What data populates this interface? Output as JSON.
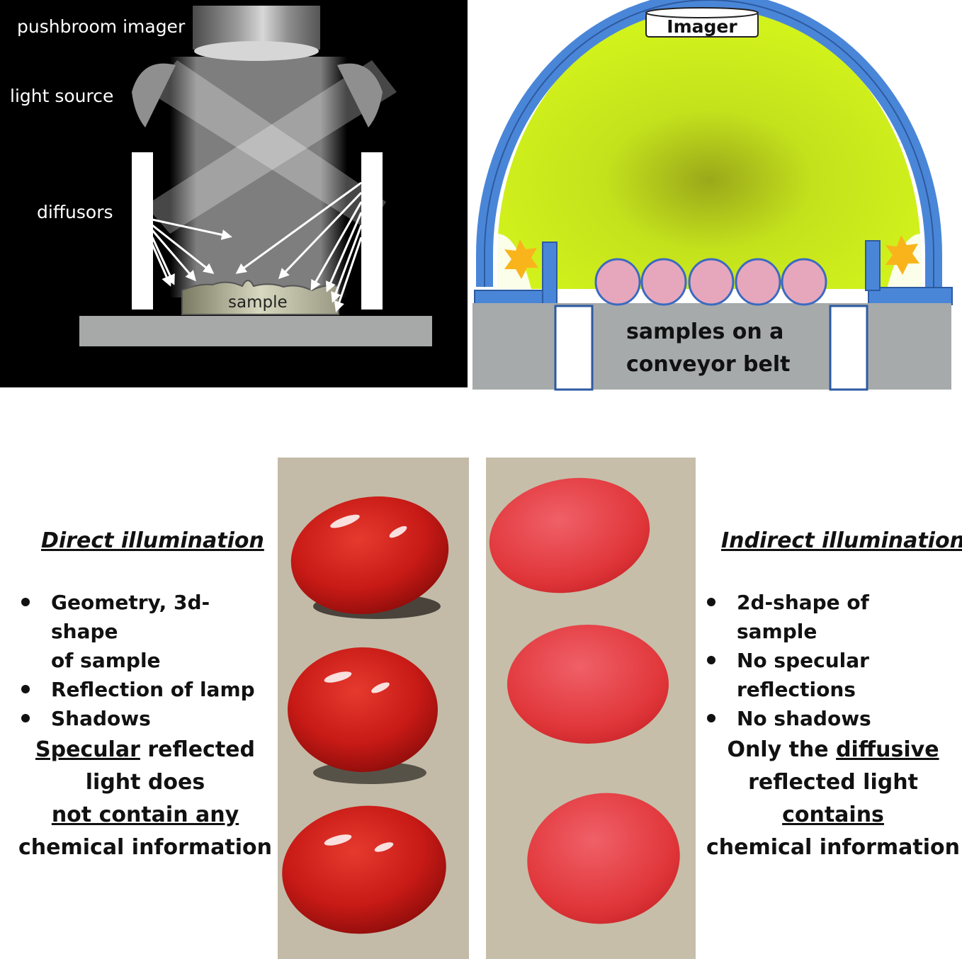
{
  "left_diagram": {
    "imager_label": "pushbroom imager",
    "light_label": "light source",
    "diffusor_label": "diffusors",
    "sample_label": "sample"
  },
  "right_diagram": {
    "imager_label": "Imager",
    "belt_line1": "samples on a",
    "belt_line2": "conveyor belt"
  },
  "direct": {
    "heading": "Direct illumination",
    "bullets": [
      "Geometry, 3d-shape",
      "of sample",
      "Reflection of lamp",
      "Shadows"
    ],
    "para": {
      "l1_u": "Specular",
      "l1_rest": " reflected",
      "l2": "light does",
      "l3_u": "not contain any",
      "l4": "chemical information"
    }
  },
  "indirect": {
    "heading": "Indirect illumination",
    "bullets": [
      "2d-shape of sample",
      "No specular",
      "reflections",
      "No shadows"
    ],
    "para": {
      "l1_pre": "Only the ",
      "l1_u": "diffusive",
      "l2_pre": "reflected light ",
      "l2_u": "contains",
      "l3": "chemical information"
    }
  },
  "colors": {
    "dome_blue": "#4a86d8",
    "dome_fill": "#d2f21c",
    "sample_pink": "#e6a7bd",
    "star": "#f9b41c",
    "belt_gray": "#a6aaaa",
    "tomato_red": "#c41818",
    "cardboard": "#c3bba8"
  }
}
